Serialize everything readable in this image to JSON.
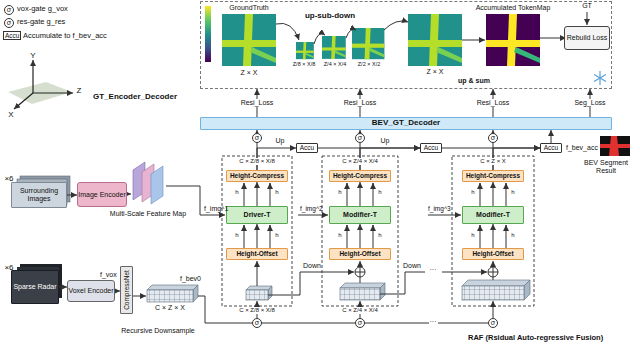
{
  "diagram": {
    "nodes": [
      {
        "text": [
          "GT_Encoder_Decoder"
        ]
      },
      {
        "text": [
          "Rebuild Loss"
        ],
        "in": 0
      },
      {
        "text": [
          "BEV_GT_Decoder"
        ]
      },
      {
        "text": [
          "Surrounding Images"
        ]
      },
      {
        "text": [
          "Image Encoder"
        ]
      },
      {
        "text": [
          "Height-Compress"
        ]
      },
      {
        "text": [
          "Driver-T"
        ]
      },
      {
        "text": [
          "Height-Offset"
        ]
      },
      {
        "text": [
          "Height-Compress"
        ]
      },
      {
        "text": [
          "Modifier-T"
        ]
      },
      {
        "text": [
          "Height-Offset"
        ]
      },
      {
        "text": [
          "Height-Compress"
        ]
      },
      {
        "text": [
          "Modifier-T"
        ]
      },
      {
        "text": [
          "Height-Offset"
        ]
      },
      {
        "text": [
          "Accu"
        ]
      },
      {
        "text": [
          "Accu"
        ]
      },
      {
        "text": [
          "Accu"
        ]
      },
      {
        "text": [
          "Sparse Radar"
        ]
      },
      {
        "text": [
          "Voxel Encoder"
        ]
      },
      {
        "text": [
          "CompressNet"
        ]
      }
    ],
    "edges": [
      {
        "from": 3,
        "to": 4,
        "arrow": "to"
      },
      {
        "from": 17,
        "to": 18,
        "arrow": "to"
      },
      {
        "from": 18,
        "to": 19,
        "arrow": "to"
      },
      {
        "from": 7,
        "to": 6,
        "arrow": "to"
      },
      {
        "from": 6,
        "to": 5,
        "arrow": "to"
      },
      {
        "from": 10,
        "to": 9,
        "arrow": "to"
      },
      {
        "from": 9,
        "to": 8,
        "arrow": "to"
      },
      {
        "from": 13,
        "to": 12,
        "arrow": "to"
      },
      {
        "from": 12,
        "to": 11,
        "arrow": "to"
      },
      {
        "from": 5,
        "to": 2,
        "arrow": "to"
      },
      {
        "from": 5,
        "to": 14,
        "arrow": "to"
      },
      {
        "from": 14,
        "to": 15,
        "arrow": "to"
      },
      {
        "from": 8,
        "to": 15,
        "arrow": "to"
      },
      {
        "from": 15,
        "to": 16,
        "arrow": "to"
      },
      {
        "from": 11,
        "to": 16,
        "arrow": "to"
      },
      {
        "from": 8,
        "to": 2,
        "arrow": "to"
      },
      {
        "from": 11,
        "to": 2,
        "arrow": "to"
      },
      {
        "from": 2,
        "to": 0,
        "label": "Resi_Loss",
        "arrow": "to"
      },
      {
        "from": 2,
        "to": 0,
        "label": "Resi_Loss",
        "arrow": "to"
      },
      {
        "from": 2,
        "to": 0,
        "label": "Resi_Loss",
        "arrow": "to"
      },
      {
        "from": 2,
        "to": 0,
        "label": "Seg_Loss",
        "arrow": "to"
      },
      {
        "from": 16,
        "to": 2,
        "arrow": "to"
      }
    ],
    "labels": [
      "σ",
      "σ",
      "Accu",
      "Y",
      "Z",
      "X",
      "GroundTruth",
      "Z × X",
      "up-sub-down",
      "Z/8 × X/8",
      "Z/4 × X/4",
      "Z/2 × X/2",
      "Z × X",
      "Accumulated TokenMap",
      "up & sum",
      "GT",
      "BEV Segment Result",
      "×6",
      "Multi-Scale Feature Map",
      "×6",
      "f_vox",
      "f_bev0",
      "C × Z × X",
      "Recursive Downsample",
      "C × Z/8 × X/8",
      "σ",
      "Up",
      "f_img^1",
      "h",
      "h",
      "h",
      "h",
      "C × Z/8 × X/8",
      "σ",
      "Down",
      "C × Z/4 × X/4",
      "σ",
      "Up",
      "f_img^2",
      "h",
      "h",
      "h",
      "h",
      "C × Z/4 × X/4",
      "σ",
      "Down",
      "···",
      "···",
      "C × Z × X",
      "σ",
      "f_img^3",
      "h",
      "h",
      "h",
      "h",
      "σ",
      "f_bev_acc",
      "RAF (Rsidual Auto-regressive Fusion)"
    ],
    "legend": [
      {
        "text": "vox-gate g_vox"
      },
      {
        "text": "res-gate g_res"
      },
      {
        "text": "Accumulate to f_bev_acc"
      }
    ]
  }
}
